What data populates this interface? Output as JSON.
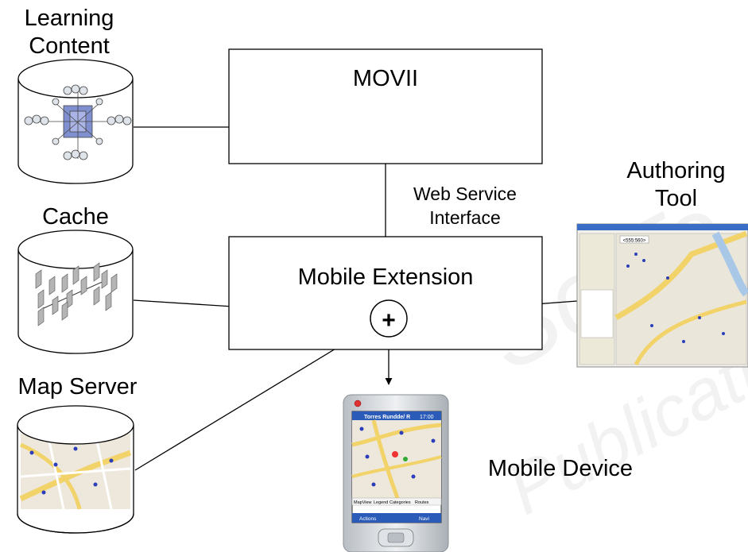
{
  "nodes": {
    "movii": "MOVII",
    "mobile_extension": "Mobile Extension",
    "learning_content": [
      "Learning",
      "Content"
    ],
    "cache": "Cache",
    "map_server": "Map Server",
    "authoring_tool": [
      "Authoring",
      "Tool"
    ],
    "mobile_device": "Mobile Device"
  },
  "edges": {
    "web_service_interface": [
      "Web Service",
      "Interface"
    ]
  },
  "junction_symbol": "+",
  "device_screen": {
    "title": "Torres Rundde/ R",
    "clock": "17:00",
    "tabs": [
      "MapView",
      "Legend",
      "Categories",
      "Routes"
    ],
    "softkeys": [
      "Actions",
      "Navi"
    ]
  },
  "authoring_screen": {
    "title_box": "<555:560>"
  },
  "watermark": [
    "SciTe",
    "Publications"
  ]
}
